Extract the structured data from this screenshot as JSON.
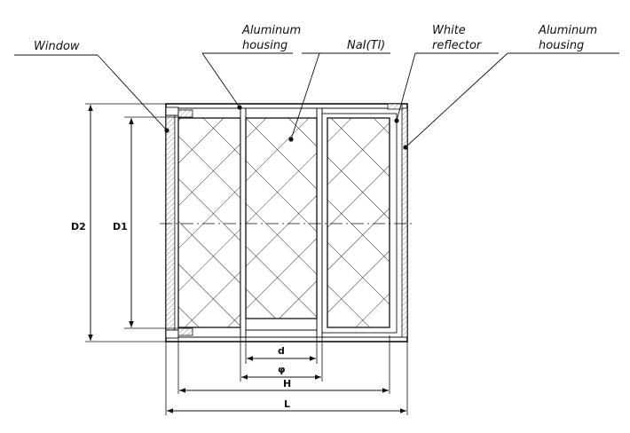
{
  "callouts": {
    "window": "Window",
    "aluminum_housing_left": [
      "Aluminum",
      "housing"
    ],
    "nai": "NaI(Tl)",
    "white_reflector": [
      "White",
      "reflector"
    ],
    "aluminum_housing_right": [
      "Aluminum",
      "housing"
    ]
  },
  "dimensions": {
    "d2": "D2",
    "d1": "D1",
    "d": "d",
    "phi": "φ",
    "h": "H",
    "l": "L"
  }
}
